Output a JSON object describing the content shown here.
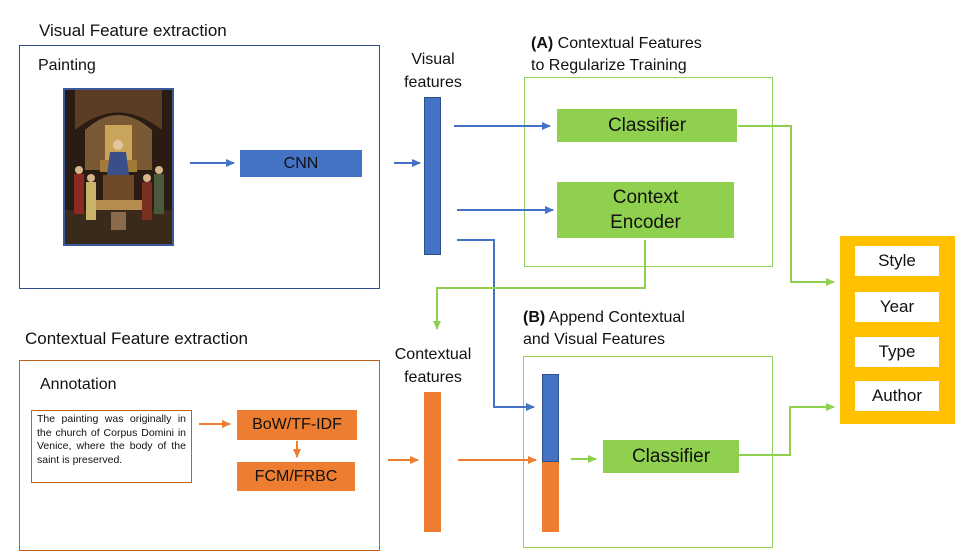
{
  "visual_section": {
    "title": "Visual Feature extraction",
    "painting_label": "Painting",
    "cnn_label": "CNN"
  },
  "visual_features": {
    "label_line1": "Visual",
    "label_line2": "features"
  },
  "contextual_section": {
    "title": "Contextual Feature extraction",
    "annotation_label": "Annotation",
    "annotation_text": "The painting was originally in the church of Corpus Domini in Venice, where the body of the saint is preserved.",
    "bow_label": "BoW/TF-IDF",
    "fcm_label": "FCM/FRBC"
  },
  "contextual_features": {
    "label_line1": "Contextual",
    "label_line2": "features"
  },
  "panel_a": {
    "tag": "(A)",
    "title_line1": " Contextual Features",
    "title_line2": "to Regularize Training",
    "classifier_label": "Classifier",
    "encoder_line1": "Context",
    "encoder_line2": "Encoder"
  },
  "panel_b": {
    "tag": "(B)",
    "title_line1": " Append Contextual",
    "title_line2": "and Visual Features",
    "classifier_label": "Classifier"
  },
  "outputs": [
    "Style",
    "Year",
    "Type",
    "Author"
  ],
  "colors": {
    "blue": "#4472c4",
    "orange": "#ed7d31",
    "green": "#8fd14f",
    "gold": "#ffc000"
  }
}
